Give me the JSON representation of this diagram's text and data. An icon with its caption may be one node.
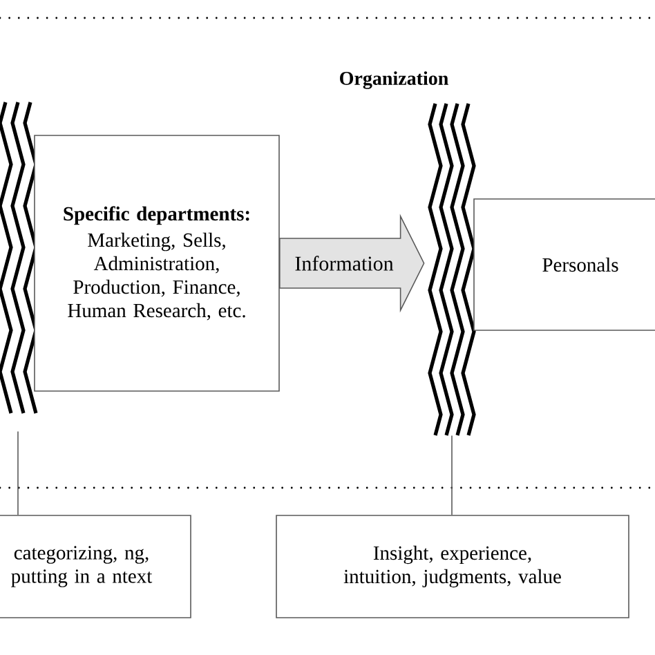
{
  "diagram": {
    "nodes": [
      {
        "text": [],
        "shape": "bar"
      },
      {
        "text": [
          "Specific departments:",
          "Marketing, Sells, Administration, Production, Finance, Human Research, etc."
        ]
      },
      {
        "text": [],
        "shape": "bar"
      },
      {
        "text": [
          "Personals"
        ]
      },
      {
        "text": [
          "categorizing, ng, putting in a ntext"
        ]
      },
      {
        "text": [
          "Insight, experience, intuition, judgments, value"
        ]
      }
    ],
    "edges": [
      {
        "from": 1,
        "to": 2,
        "arrow": "to",
        "label": "Information",
        "style": "thick"
      },
      {
        "from": 0,
        "to": 4,
        "arrow": "none"
      },
      {
        "from": 2,
        "to": 5,
        "arrow": "none"
      }
    ],
    "labels": [
      "Organization"
    ]
  }
}
